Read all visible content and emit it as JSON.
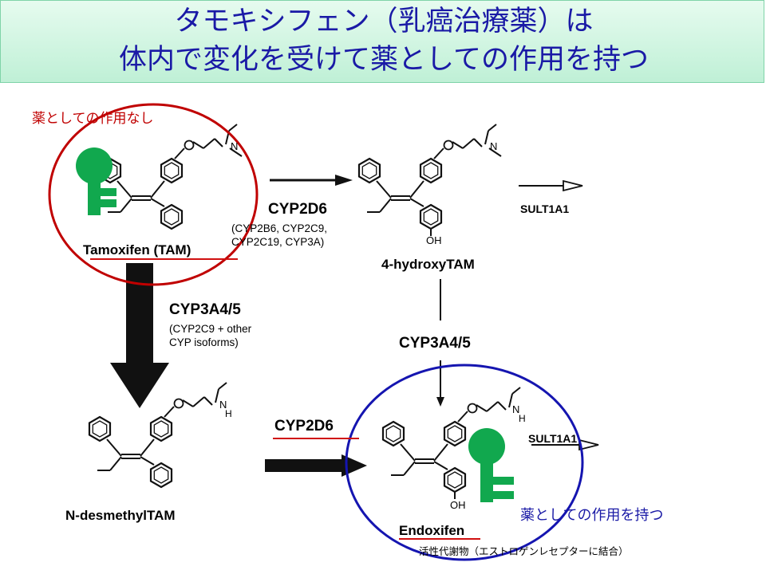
{
  "title": {
    "line1": "タモキシフェン（乳癌治療薬）は",
    "line2": "体内で変化を受けて薬としての作用を持つ"
  },
  "notes": {
    "no_effect": "薬としての作用なし",
    "has_effect": "薬としての作用を持つ",
    "footnote": "活性代謝物（エストロゲンレセプターに結合）"
  },
  "molecules": {
    "tamoxifen": "Tamoxifen (TAM)",
    "hydroxy": "4-hydroxyTAM",
    "desmethyl": "N-desmethylTAM",
    "endoxifen": "Endoxifen",
    "oh": "OH",
    "n": "N",
    "h": "H"
  },
  "enzymes": {
    "top_main": "CYP2D6",
    "top_minor_1": "(CYP2B6, CYP2C9,",
    "top_minor_2": "CYP2C19, CYP3A)",
    "left_main": "CYP3A4/5",
    "left_minor_1": "(CYP2C9 + other",
    "left_minor_2": "CYP isoforms)",
    "right_main": "CYP3A4/5",
    "bottom_main": "CYP2D6",
    "sult_top": "SULT1A1",
    "sult_bottom": "SULT1A1"
  },
  "colors": {
    "title_text": "#1a1aa6",
    "red_accent": "#c00000",
    "blue_accent": "#1a1aa6",
    "key_green": "#11a84e"
  },
  "icons": [
    "key-icon-green",
    "key-icon-green"
  ]
}
